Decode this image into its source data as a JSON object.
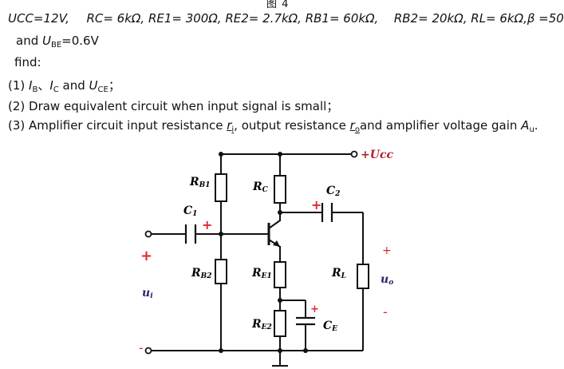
{
  "header_mark": "图 4",
  "params": {
    "ucc": "UCC=12V,",
    "rc": "RC= 6kΩ,",
    "re1": "RE1= 300Ω,",
    "re2": "RE2= 2.7kΩ,",
    "rb1": "RB1= 60kΩ,",
    "rb2": "RB2= 20kΩ,",
    "rl": "RL= 6kΩ,",
    "beta": "β =50"
  },
  "line2": {
    "prefix": "and ",
    "u": "U",
    "be": "BE",
    "value": "=0.6V"
  },
  "find": "find:",
  "q1": {
    "text": "(1) ",
    "i1": "I",
    "b": "B",
    "sep": "、",
    "i2": "I",
    "c": "C",
    "and": " and ",
    "u": "U",
    "ce": "CE",
    "end": "；"
  },
  "q2": "(2) Draw equivalent circuit when input signal is small；",
  "q3": {
    "a": "(3) Amplifier circuit input resistance ",
    "ri_r": "r",
    "ri_i": "i",
    "b": ", output resistance ",
    "ro_r": "r",
    "ro_o": "o",
    "c": "and amplifier voltage gain ",
    "au_a": "A",
    "au_u": "u",
    "end": "."
  },
  "circuit": {
    "supply": "+Ucc",
    "rb1": {
      "main": "R",
      "sub": "B1"
    },
    "rc": {
      "main": "R",
      "sub": "C"
    },
    "c2": {
      "main": "C",
      "sub": "2"
    },
    "c1": {
      "main": "C",
      "sub": "1"
    },
    "rb2": {
      "main": "R",
      "sub": "B2"
    },
    "re1": {
      "main": "R",
      "sub": "E1"
    },
    "rl": {
      "main": "R",
      "sub": "L"
    },
    "re2": {
      "main": "R",
      "sub": "E2"
    },
    "ce": {
      "main": "C",
      "sub": "E"
    },
    "ui": {
      "main": "u",
      "sub": "i"
    },
    "uo": {
      "main": "u",
      "sub": "o"
    },
    "plus": "+",
    "minus": "-"
  }
}
